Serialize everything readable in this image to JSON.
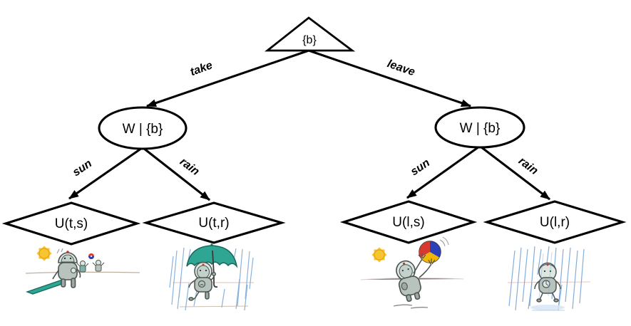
{
  "nodes": {
    "root": "{b}",
    "chance_left": "W | {b}",
    "chance_right": "W | {b}",
    "utility_take_sun": "U(t,s)",
    "utility_take_rain": "U(t,r)",
    "utility_leave_sun": "U(l,s)",
    "utility_leave_rain": "U(l,r)"
  },
  "edges": {
    "take": "take",
    "leave": "leave",
    "take_sun": "sun",
    "take_rain": "rain",
    "leave_sun": "sun",
    "leave_rain": "rain"
  },
  "colors": {
    "line": "#000000",
    "background": "#ffffff",
    "sun": "#F6C631",
    "sun_stroke": "#E8960C",
    "umbrella": "#2FA693",
    "umbrella_stroke": "#19695C",
    "rain": "#6E9FD4",
    "robot_body": "#B9C3BD",
    "robot_head": "#DCE7E2",
    "robot_stroke": "#4A5450",
    "ball_red": "#D63A2F",
    "ball_yellow": "#F2B705",
    "ball_blue": "#2A3FB8"
  }
}
